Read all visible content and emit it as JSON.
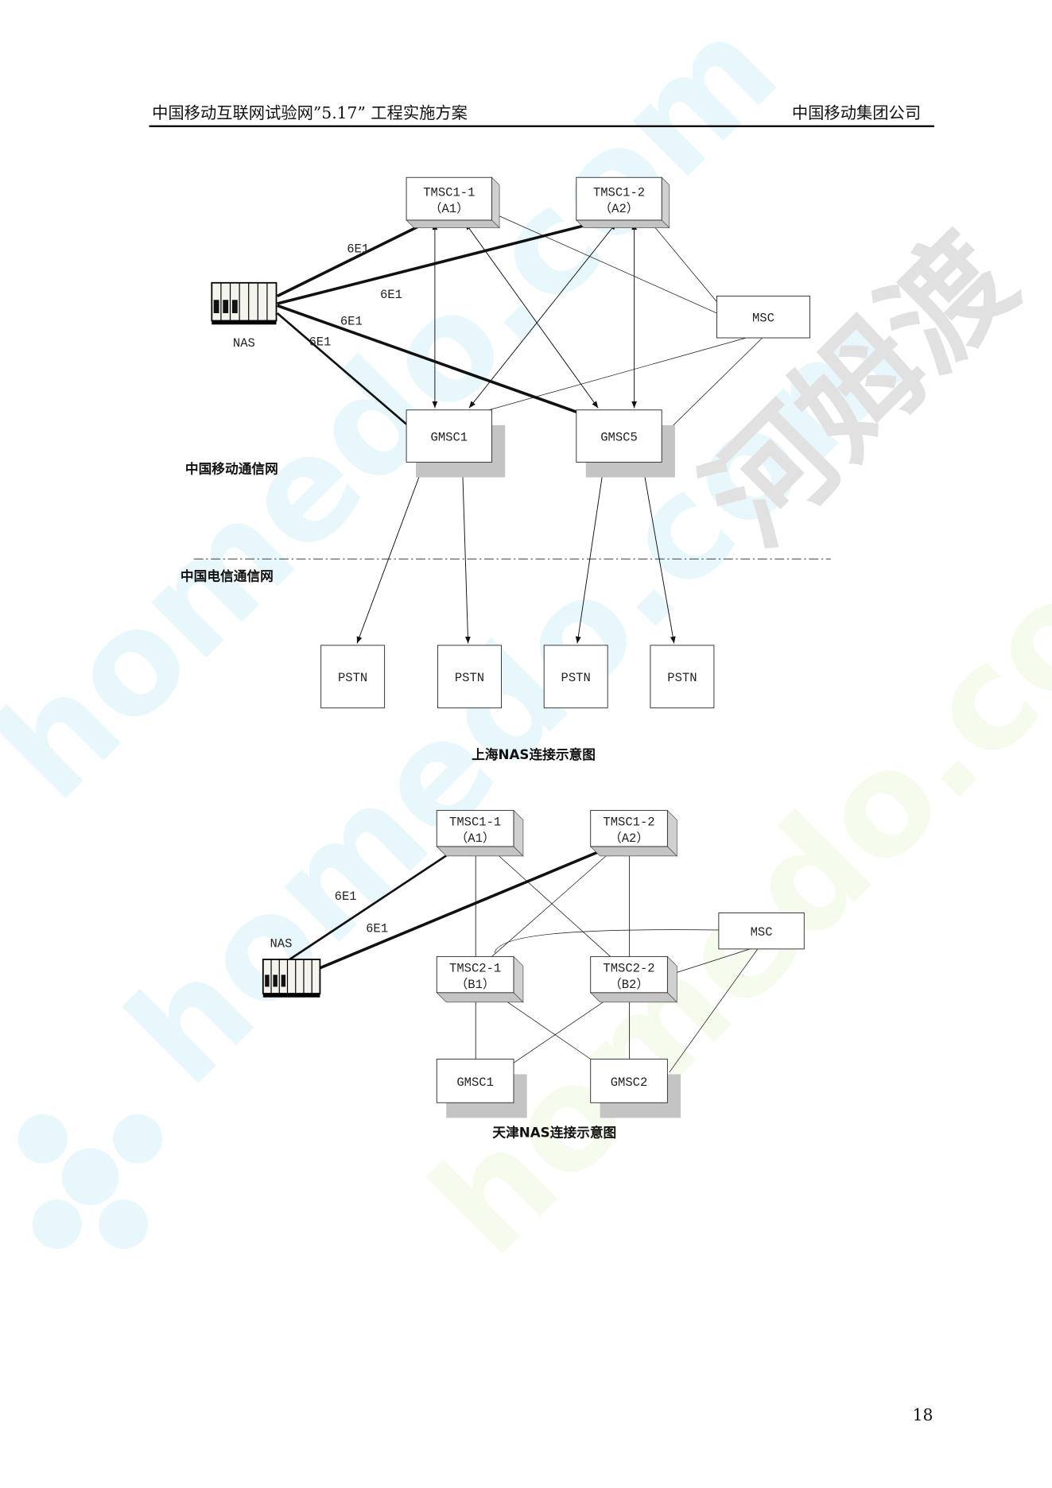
{
  "header": {
    "title": "中国移动互联网试验网”5.17” 工程实施方案",
    "company": "中国移动集团公司"
  },
  "watermark": {
    "text": "homedo.com",
    "cn": "河姆渡"
  },
  "diagram1": {
    "caption": "上海NAS连接示意图",
    "nas": "NAS",
    "link_label": "6E1",
    "tmsc1_1": [
      "TMSC1-1",
      "（A1）"
    ],
    "tmsc1_2": [
      "TMSC1-2",
      "（A2）"
    ],
    "msc": "MSC",
    "gmsc1": "GMSC1",
    "gmsc5": "GMSC5",
    "pstn": "PSTN",
    "zone_mobile": "中国移动通信网",
    "zone_telecom": "中国电信通信网"
  },
  "diagram2": {
    "caption": "天津NAS连接示意图",
    "nas": "NAS",
    "link_label": "6E1",
    "tmsc1_1": [
      "TMSC1-1",
      "（A1）"
    ],
    "tmsc1_2": [
      "TMSC1-2",
      "（A2）"
    ],
    "tmsc2_1": [
      "TMSC2-1",
      "（B1）"
    ],
    "tmsc2_2": [
      "TMSC2-2",
      "（B2）"
    ],
    "msc": "MSC",
    "gmsc1": "GMSC1",
    "gmsc2": "GMSC2"
  },
  "page_number": "18"
}
